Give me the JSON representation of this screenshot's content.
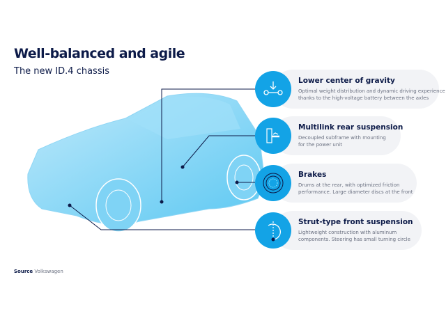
{
  "title": "Well-balanced and agile",
  "subtitle": "The new ID.4 chassis",
  "features": [
    {
      "title": "Lower center of gravity",
      "desc1": "Optimal weight distribution and dynamic driving experience",
      "desc2": "thanks to the high-voltage battery between the axles",
      "icon": "center-of-gravity-icon"
    },
    {
      "title": "Multilink rear suspension",
      "desc1": "Decoupled subframe with mounting",
      "desc2": "for the power unit",
      "icon": "rear-suspension-icon"
    },
    {
      "title": "Brakes",
      "desc1": "Drums at the rear, with optimized friction",
      "desc2": "performance. Large diameter discs at the front",
      "icon": "brake-icon"
    },
    {
      "title": "Strut-type front suspension",
      "desc1": "Lightweight construction with aluminum",
      "desc2": "components. Steering has small turning circle",
      "icon": "steering-icon"
    }
  ],
  "source": {
    "label": "Source",
    "value": "Volkswagen"
  },
  "colors": {
    "accent": "#13a3e6",
    "navy": "#0c1a48",
    "card": "#f2f3f6"
  }
}
